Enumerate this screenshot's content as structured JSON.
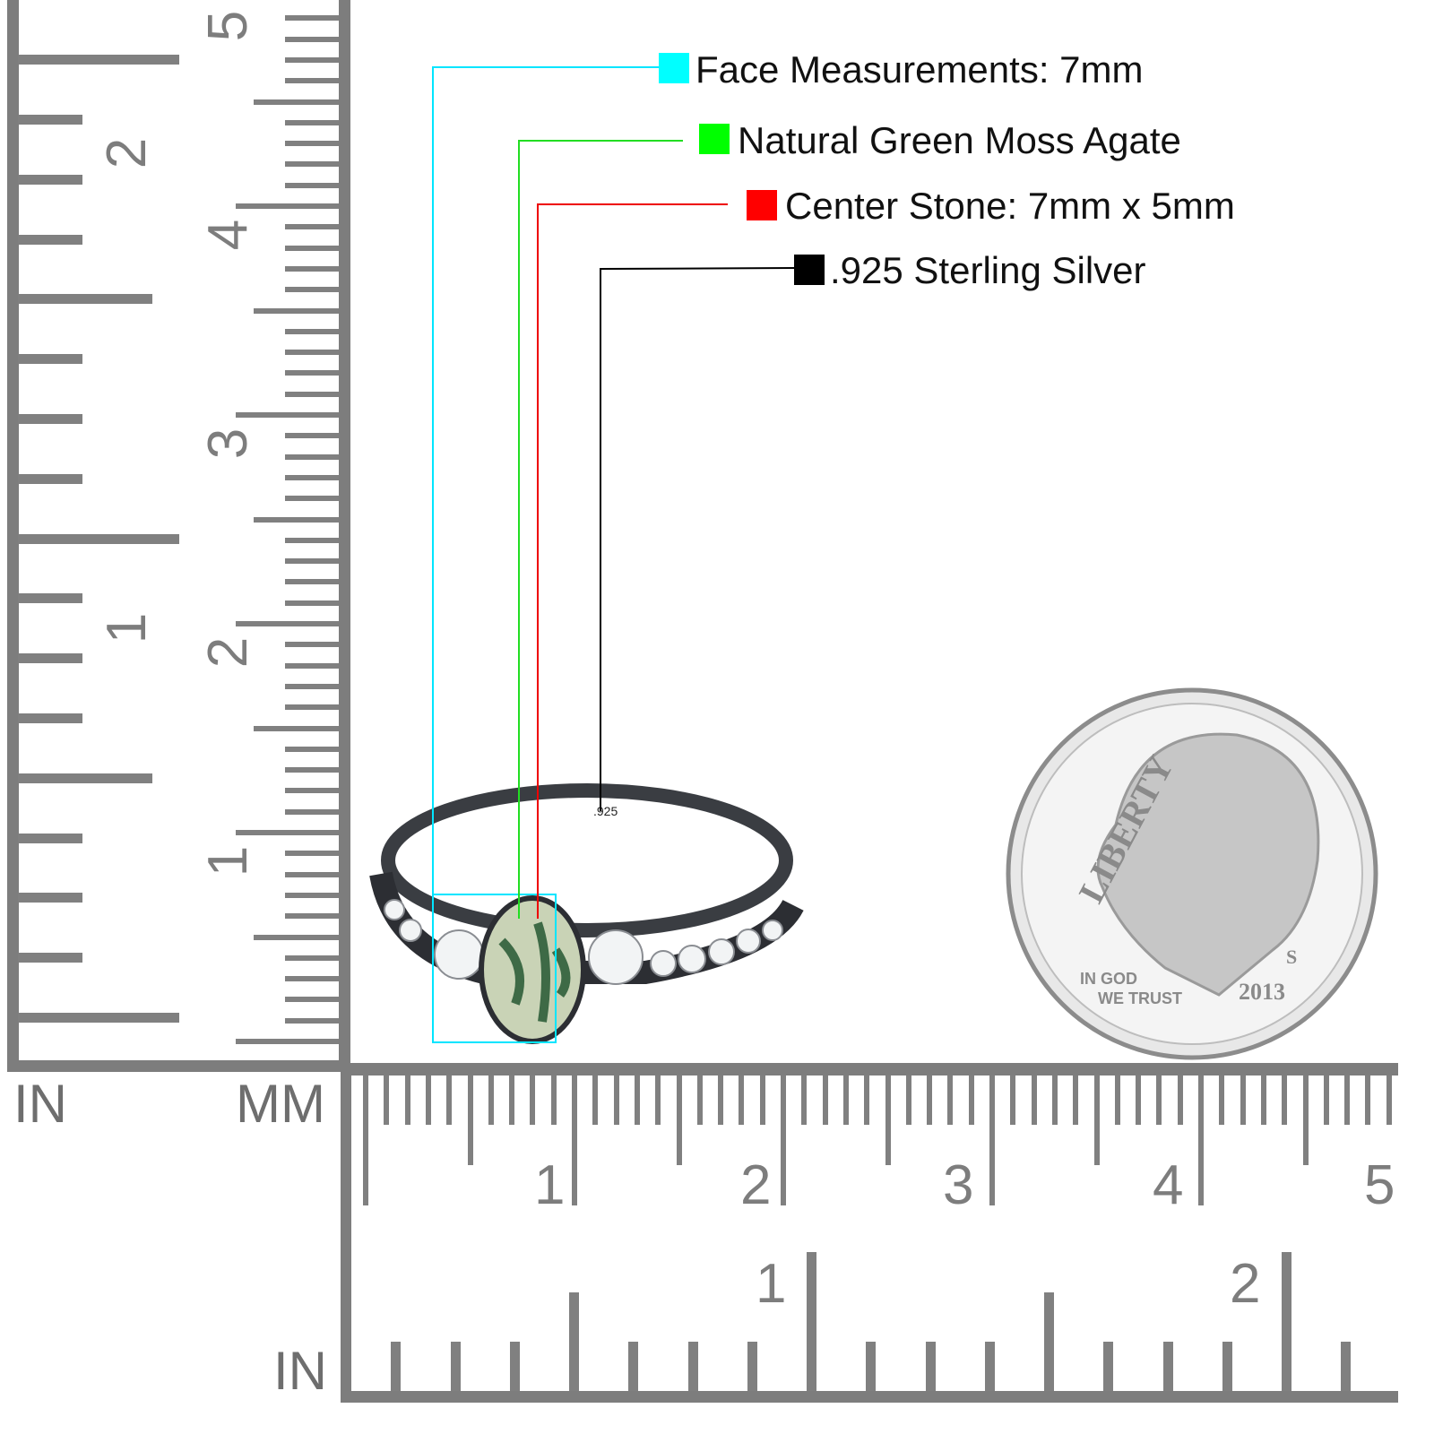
{
  "legend": [
    {
      "label": "Face Measurements: 7mm",
      "color": "#00ffff"
    },
    {
      "label": "Natural Green Moss Agate",
      "color": "#00ff00"
    },
    {
      "label": "Center Stone: 7mm x 5mm",
      "color": "#ff0000"
    },
    {
      "label": ".925 Sterling Silver",
      "color": "#000000"
    }
  ],
  "rulers": {
    "left_inch_unit": "IN",
    "left_mm_unit": "MM",
    "bottom_inch_unit": "IN",
    "left_inch_labels": [
      "1",
      "2"
    ],
    "left_mm_labels": [
      "1",
      "2",
      "3",
      "4",
      "5"
    ],
    "bottom_mm_labels": [
      "1",
      "2",
      "3",
      "4",
      "5"
    ],
    "bottom_inch_labels": [
      "1",
      "2"
    ]
  },
  "ring": {
    "engraving": ".925"
  },
  "coin": {
    "motto_top": "LIBERTY",
    "motto_bottom_1": "IN GOD",
    "motto_bottom_2": "WE TRUST",
    "year": "2013",
    "mint_mark": "S"
  }
}
